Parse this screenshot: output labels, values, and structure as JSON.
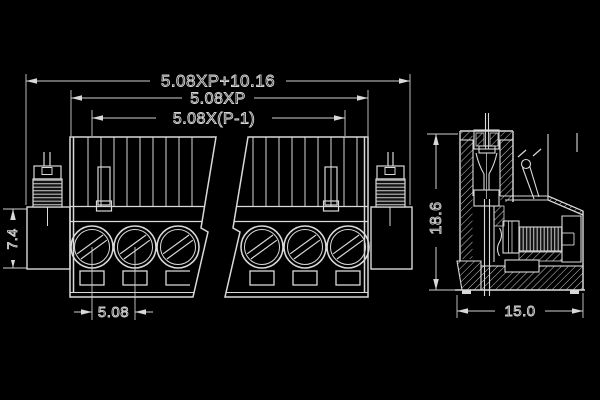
{
  "colors": {
    "background": "#000000",
    "line": "#d9d9d9"
  },
  "front_view": {
    "overall_width_label": "5.08XP+10.16",
    "body_width_label": "5.08XP",
    "pole_span_label": "5.08X(P-1)",
    "pitch_label": "5.08",
    "flange_height_label": "7.4"
  },
  "side_view": {
    "height_label": "18.6",
    "depth_label": "15.0"
  }
}
